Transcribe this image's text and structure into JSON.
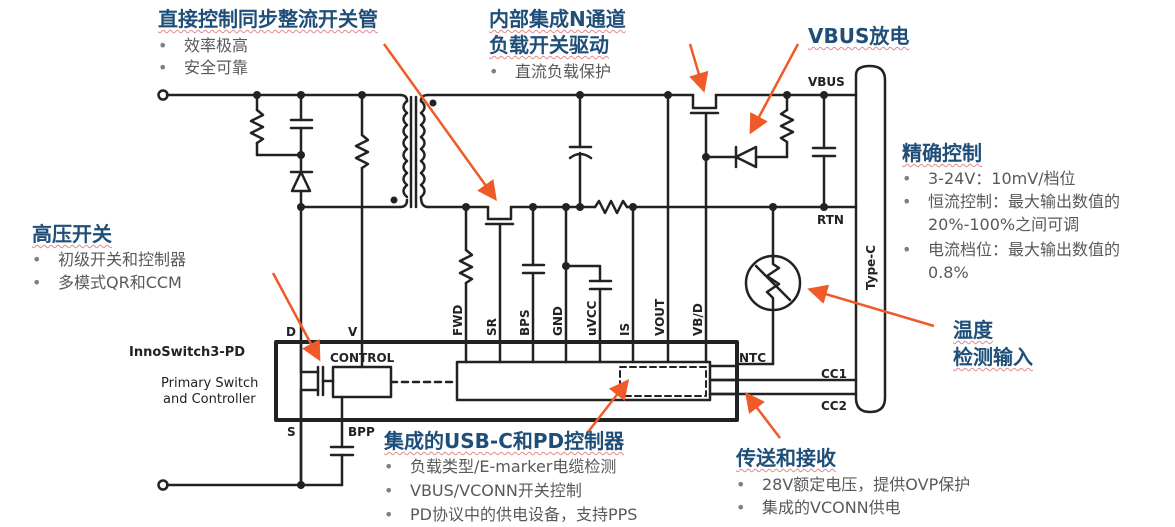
{
  "colors": {
    "heading": "#1f4e79",
    "bullet_text": "#595959",
    "arrow": "#f05a28",
    "wire": "#222222"
  },
  "callouts": {
    "sync_rect": {
      "title": "直接控制同步整流开关管",
      "bullets": [
        "效率极高",
        "安全可靠"
      ]
    },
    "nchannel": {
      "title_line1": "内部集成N通道",
      "title_line2": "负载开关驱动",
      "bullets": [
        "直流负载保护"
      ]
    },
    "vbus_discharge": {
      "title": "VBUS放电"
    },
    "precise_control": {
      "title": "精确控制",
      "bullets": [
        "3-24V：10mV/档位",
        "恒流控制：最大输出数值的",
        "20%-100%之间可调",
        "电流档位：最大输出数值的",
        "0.8%"
      ]
    },
    "hv_switch": {
      "title": "高压开关",
      "bullets": [
        "初级开关和控制器",
        "多模式QR和CCM"
      ]
    },
    "temp_sense": {
      "title_line1": "温度",
      "title_line2": "检测输入"
    },
    "usbc_pd": {
      "title": "集成的USB-C和PD控制器",
      "bullets": [
        "负载类型/E-marker电缆检测",
        "VBUS/VCONN开关控制",
        "PD协议中的供电设备，支持PPS"
      ]
    },
    "tx_rx": {
      "title": "传送和接收",
      "bullets": [
        "28V额定电压，提供OVP保护",
        "集成的VCONN供电"
      ]
    }
  },
  "schematic": {
    "chip_name": "InnoSwitch3-PD",
    "chip_desc_line1": "Primary Switch",
    "chip_desc_line2": "and Controller",
    "control_label": "CONTROL",
    "primary_pins": {
      "d": "D",
      "v": "V",
      "s": "S",
      "bpp": "BPP"
    },
    "secondary_pins": [
      "FWD",
      "SR",
      "BPS",
      "GND",
      "uVCC",
      "IS",
      "VOUT",
      "VB/D"
    ],
    "ntc_label": "NTC",
    "cc1_label": "CC1",
    "cc2_label": "CC2",
    "vbus_label": "VBUS",
    "rtn_label": "RTN",
    "connector_label": "Type-C"
  }
}
